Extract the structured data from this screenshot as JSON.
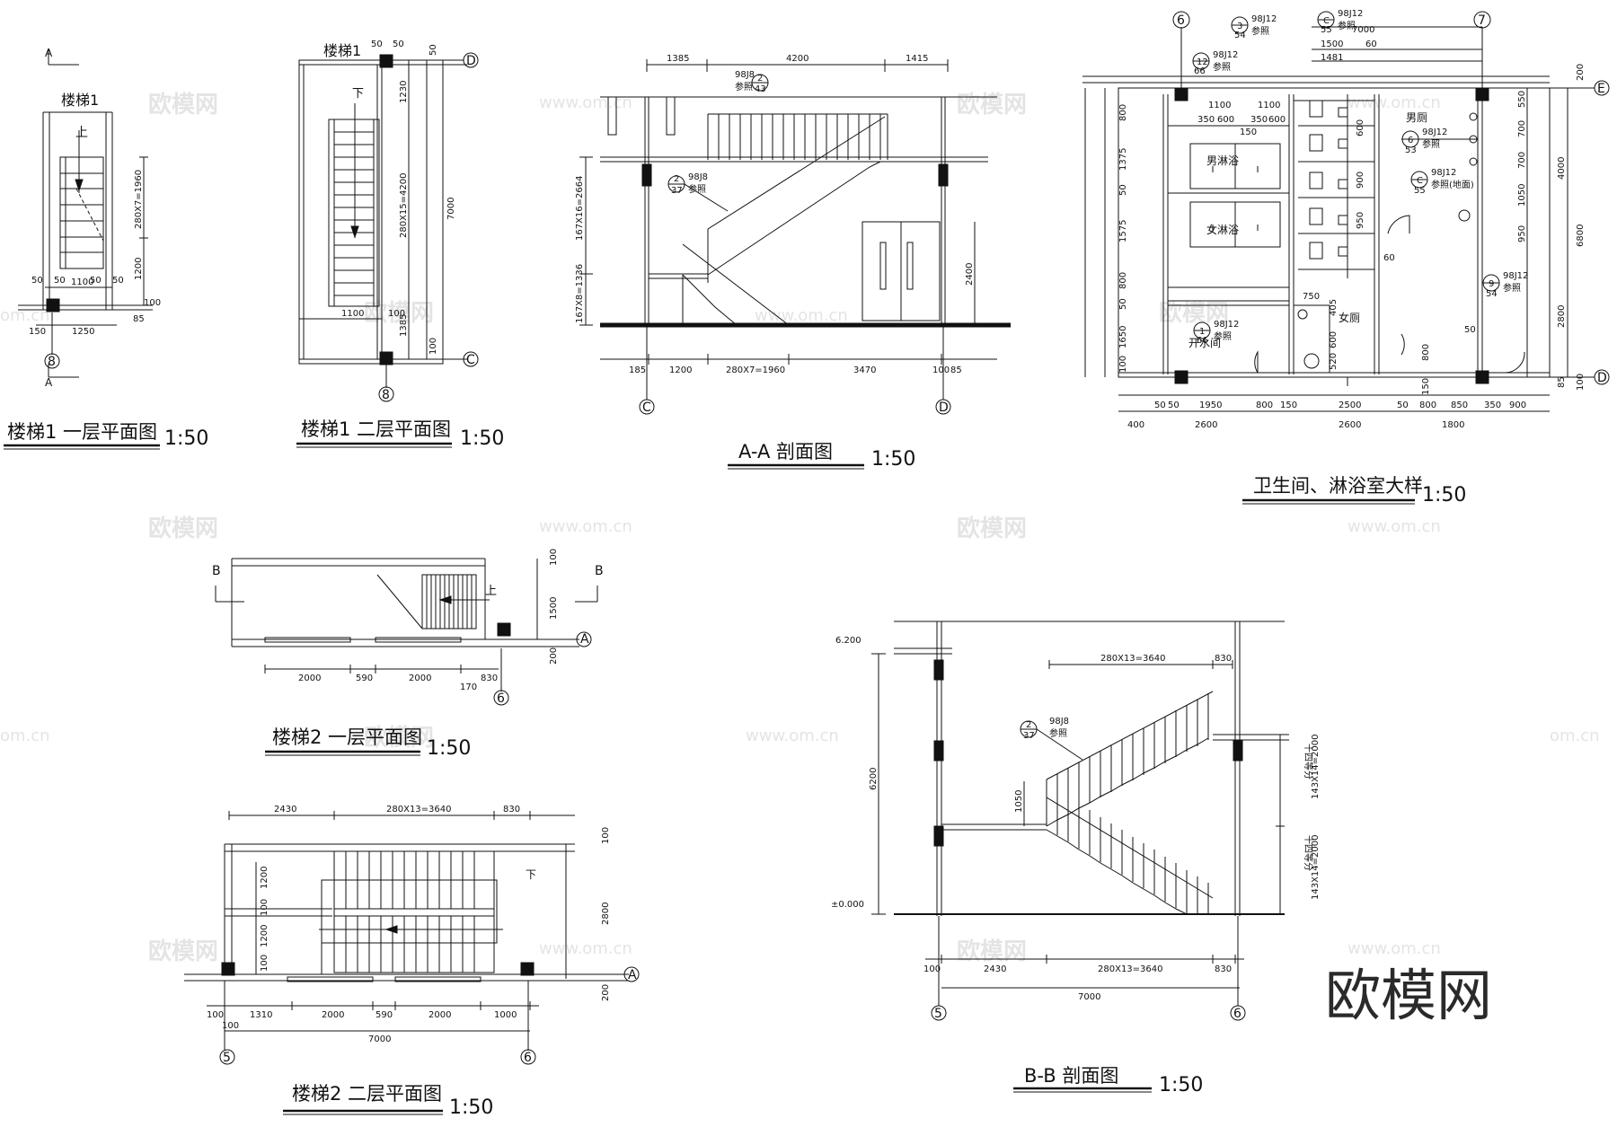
{
  "watermark": {
    "brand": "欧模网",
    "url": "www.om.cn",
    "url_partial": "om.cn"
  },
  "drawings": {
    "stair1_floor1": {
      "title": "楼梯1 一层平面图",
      "scale": "1:50",
      "label": "楼梯1",
      "up": "上",
      "section_mark": "A",
      "dims": [
        "280X7=1960",
        "1200",
        "1100",
        "50",
        "50",
        "50",
        "50",
        "1250",
        "150",
        "85",
        "100"
      ],
      "axis": "8"
    },
    "stair1_floor2": {
      "title": "楼梯1 二层平面图",
      "scale": "1:50",
      "label": "楼梯1",
      "down": "下",
      "dims": [
        "50",
        "50",
        "50",
        "1230",
        "280X15=4200",
        "1385",
        "1100",
        "100",
        "100",
        "7000"
      ],
      "axes": [
        "D",
        "C",
        "8"
      ]
    },
    "section_aa": {
      "title": "A-A  剖面图",
      "scale": "1:50",
      "top_dims": [
        "1385",
        "4200",
        "1415"
      ],
      "bottom_dims": [
        "185",
        "1200",
        "280X7=1960",
        "3470",
        "100",
        "85"
      ],
      "left_dims": [
        "167X16=2664",
        "167X8=1336"
      ],
      "right_dim": "2400",
      "refs": [
        {
          "top": "98J8",
          "num": "2",
          "sheet": "43",
          "note": "参照"
        },
        {
          "top": "98J8",
          "num": "2",
          "sheet": "37",
          "note": "参照"
        }
      ],
      "axes": [
        "C",
        "D"
      ]
    },
    "toilet": {
      "title": "卫生间、淋浴室大样",
      "scale": "1:50",
      "axes_top": [
        "6",
        "7"
      ],
      "axes_right": [
        "E",
        "D"
      ],
      "rooms": [
        "男淋浴",
        "女淋浴",
        "开水间",
        "女厕",
        "男厕"
      ],
      "top_dims": [
        "7000",
        "1500",
        "1481",
        "60",
        "1100",
        "1100",
        "350",
        "600",
        "150",
        "350",
        "600"
      ],
      "left_dims": [
        "800",
        "1375",
        "50",
        "1575",
        "800",
        "50",
        "1650",
        "100"
      ],
      "right_dims": [
        "550",
        "700",
        "700",
        "1050",
        "950",
        "4000",
        "6800",
        "2800",
        "100",
        "200",
        "85"
      ],
      "bottom_dims": [
        "50",
        "50",
        "1950",
        "800",
        "150",
        "2500",
        "50",
        "800",
        "850",
        "350",
        "900",
        "400",
        "2600",
        "2600",
        "1800"
      ],
      "interior_dims": [
        "600",
        "900",
        "950",
        "750",
        "405",
        "600",
        "520",
        "800",
        "150",
        "60",
        "50"
      ],
      "refs": [
        {
          "top": "98J12",
          "num": "3",
          "sheet": "54",
          "note": "参照"
        },
        {
          "top": "98J12",
          "num": "C",
          "sheet": "55",
          "note": "参照"
        },
        {
          "top": "98J12",
          "num": "12",
          "sheet": "66",
          "note": "参照"
        },
        {
          "top": "98J12",
          "num": "6",
          "sheet": "53",
          "note": "参照"
        },
        {
          "top": "98J12",
          "num": "C",
          "sheet": "55",
          "note": "参照(地面)"
        },
        {
          "top": "98J12",
          "num": "9",
          "sheet": "54",
          "note": "参照"
        },
        {
          "top": "98J12",
          "num": "1",
          "sheet": "66",
          "note": "参照"
        }
      ]
    },
    "stair2_floor1": {
      "title": "楼梯2 一层平面图",
      "scale": "1:50",
      "up": "上",
      "section_mark": "B",
      "dims": [
        "2000",
        "590",
        "2000",
        "170",
        "830",
        "1500",
        "100",
        "200"
      ],
      "axes": [
        "A",
        "6"
      ]
    },
    "stair2_floor2": {
      "title": "楼梯2 二层平面图",
      "scale": "1:50",
      "down": "下",
      "top_dims": [
        "2430",
        "280X13=3640",
        "830"
      ],
      "left_dims": [
        "1200",
        "100",
        "1200",
        "100"
      ],
      "right_dims": [
        "100",
        "2800",
        "200"
      ],
      "bottom_dims": [
        "100",
        "1310",
        "2000",
        "590",
        "2000",
        "1000",
        "100",
        "7000"
      ],
      "axes": [
        "A",
        "5",
        "6"
      ]
    },
    "section_bb": {
      "title": "B-B 剖面图",
      "scale": "1:50",
      "elevations": [
        "6.200",
        "±0.000"
      ],
      "left_dim": "6200",
      "mid_dim": "1050",
      "top_dims": [
        "280X13=3640",
        "830"
      ],
      "right_dims": [
        "143X14=2000",
        "143X14=2000"
      ],
      "right_notes": [
        "十四等分",
        "十四等分"
      ],
      "bottom_dims": [
        "100",
        "2430",
        "280X13=3640",
        "830",
        "7000"
      ],
      "ref": {
        "top": "98J8",
        "num": "2",
        "sheet": "37",
        "note": "参照"
      },
      "axes": [
        "5",
        "6"
      ]
    }
  }
}
